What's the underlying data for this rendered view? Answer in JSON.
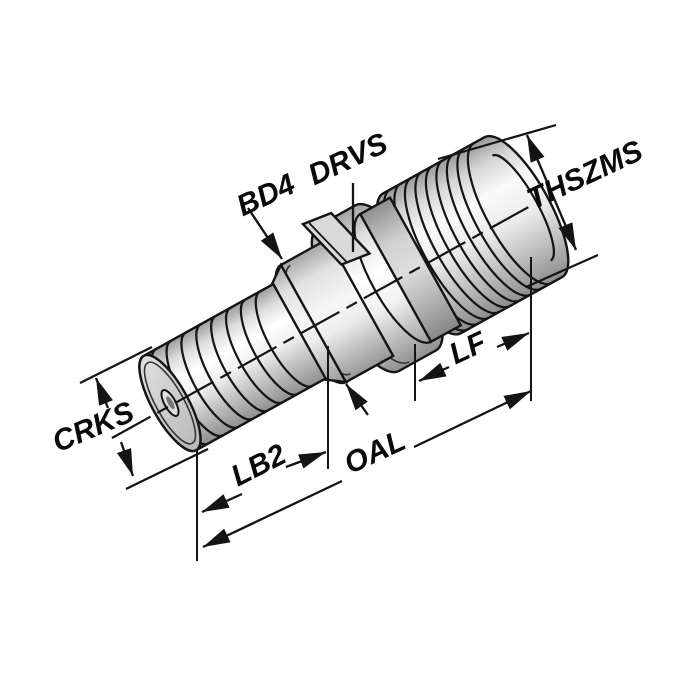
{
  "drawing": {
    "kind": "isometric technical drawing of threaded tool shank",
    "labels": {
      "bd4": "BD4",
      "drvs": "DRVS",
      "thszms": "THSZMS",
      "crks": "CRKS",
      "lf": "LF",
      "lb2": "LB2",
      "oal": "OAL"
    },
    "colors": {
      "line": "#141414",
      "background": "#ffffff",
      "metal_highlight": "#ffffff",
      "metal_mid": "#d8d8d8",
      "metal_shadow": "#8f8f8f"
    }
  }
}
